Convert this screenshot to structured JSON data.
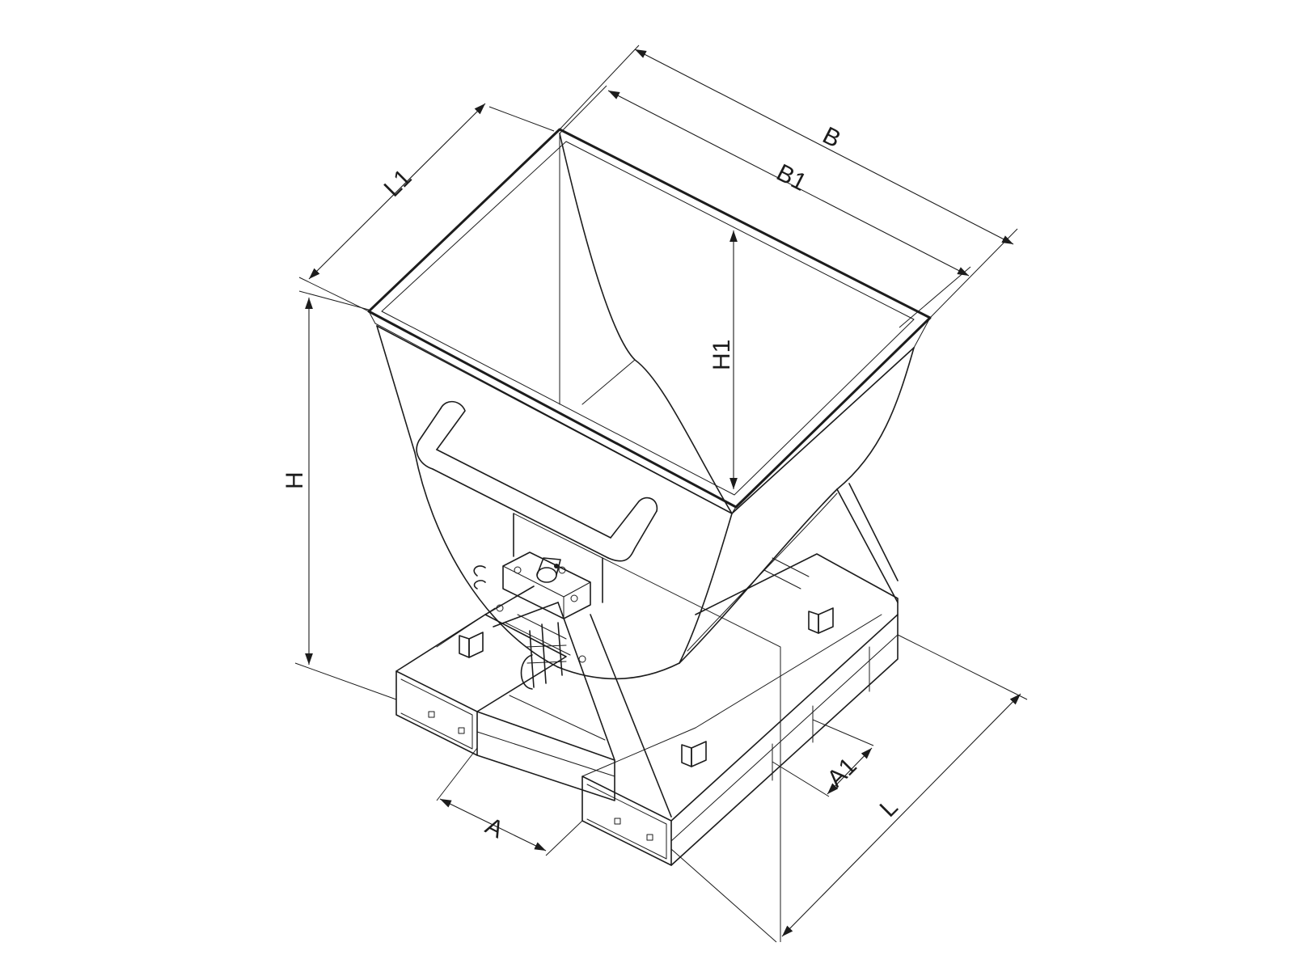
{
  "dimensions": {
    "B": "B",
    "B1": "B1",
    "L1": "L1",
    "H1": "H1",
    "H": "H",
    "A": "A",
    "A1": "A1",
    "L": "L"
  }
}
